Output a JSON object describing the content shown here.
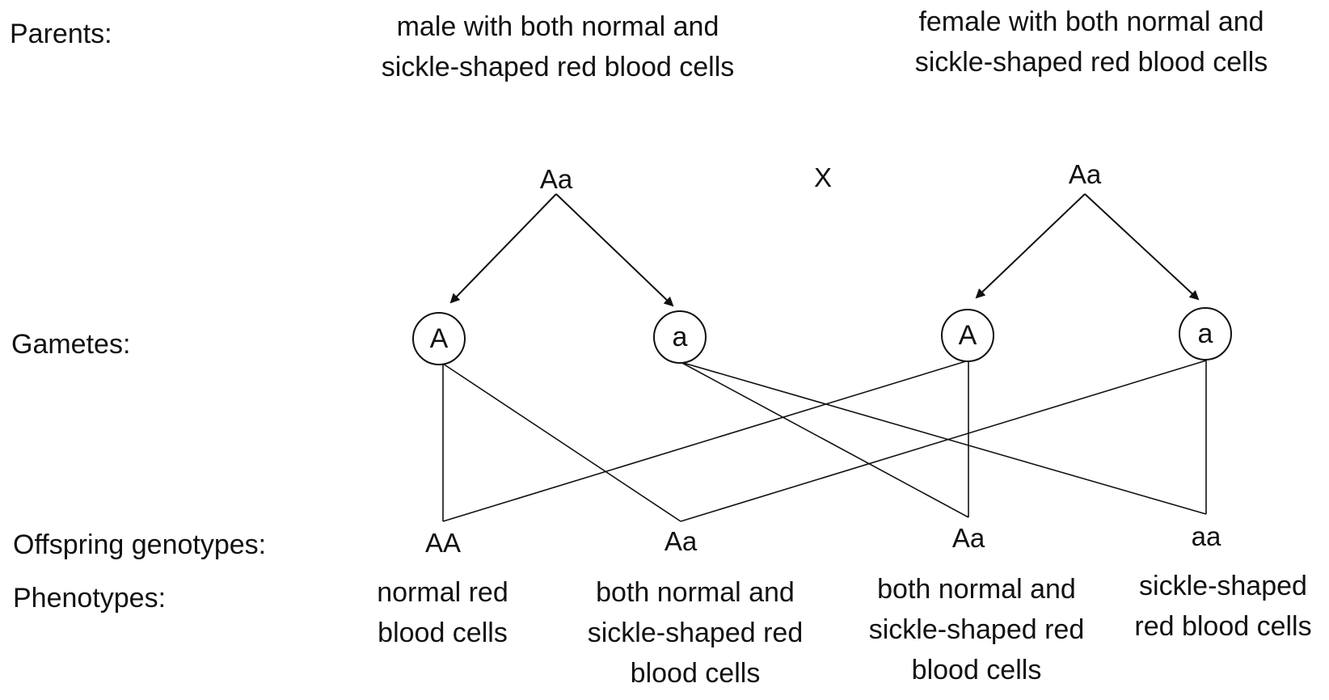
{
  "row_labels": {
    "parents": "Parents:",
    "gametes": "Gametes:",
    "offspring": "Offspring genotypes:",
    "phenotypes": "Phenotypes:"
  },
  "parents": {
    "male_desc": "male with both normal and sickle-shaped red blood cells",
    "female_desc": "female with both normal and sickle-shaped red blood cells",
    "male_genotype": "Aa",
    "female_genotype": "Aa",
    "cross_symbol": "X"
  },
  "gametes": [
    "A",
    "a",
    "A",
    "a"
  ],
  "offspring": [
    {
      "genotype": "AA",
      "phenotype": "normal red blood cells"
    },
    {
      "genotype": "Aa",
      "phenotype": "both normal and sickle-shaped red blood cells"
    },
    {
      "genotype": "Aa",
      "phenotype": "both normal and sickle-shaped red blood cells"
    },
    {
      "genotype": "aa",
      "phenotype": "sickle-shaped red blood cells"
    }
  ]
}
